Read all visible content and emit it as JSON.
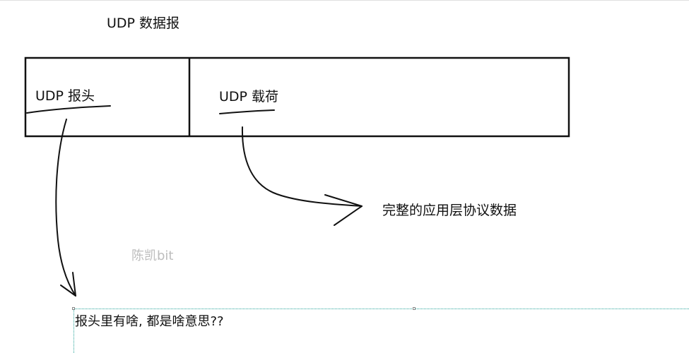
{
  "diagram": {
    "title": "UDP 数据报",
    "header_label": "UDP 报头",
    "payload_label": "UDP 载荷",
    "payload_description": "完整的应用层协议数据",
    "watermark": "陈凯bit",
    "question": "报头里有啥, 都是啥意思??"
  }
}
